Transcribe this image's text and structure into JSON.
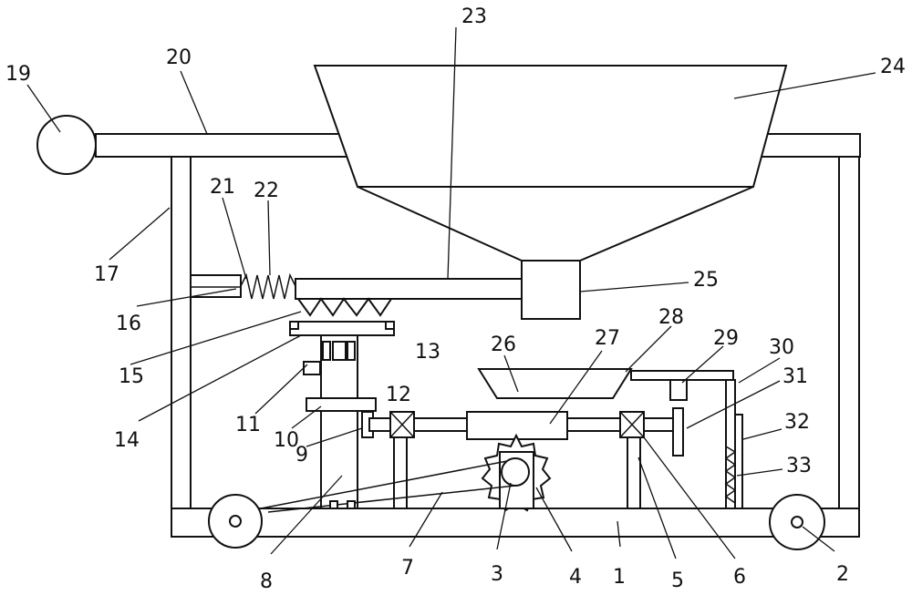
{
  "diagram": {
    "line_color": "#111111",
    "background": "#ffffff",
    "callouts": [
      "1",
      "2",
      "3",
      "4",
      "5",
      "6",
      "7",
      "8",
      "9",
      "10",
      "11",
      "12",
      "13",
      "14",
      "15",
      "16",
      "17",
      "19",
      "20",
      "21",
      "22",
      "23",
      "24",
      "25",
      "26",
      "27",
      "28",
      "29",
      "30",
      "31",
      "32",
      "33"
    ]
  }
}
